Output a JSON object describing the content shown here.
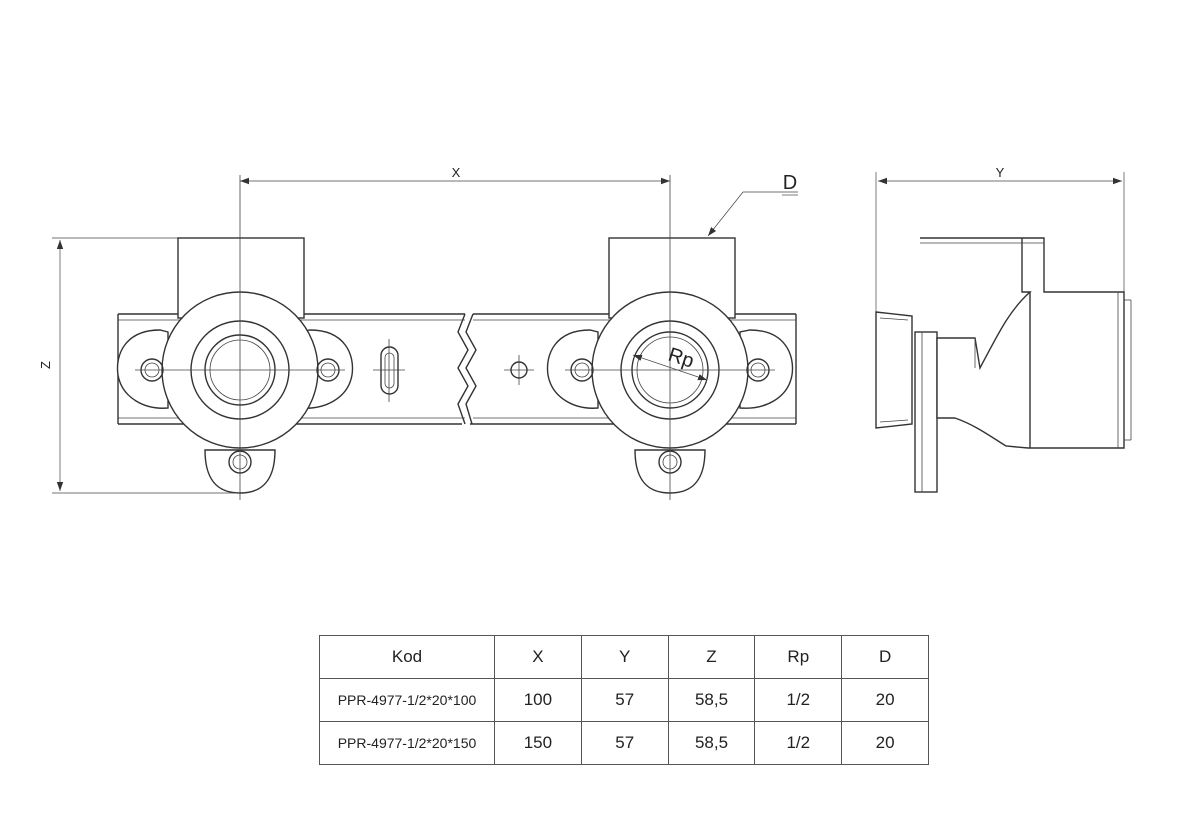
{
  "drawing": {
    "labels": {
      "x": "X",
      "y": "Y",
      "z": "Z",
      "d": "D",
      "rp": "Rp"
    },
    "colors": {
      "line": "#333333",
      "background": "#ffffff"
    }
  },
  "table": {
    "headers": [
      "Kod",
      "X",
      "Y",
      "Z",
      "Rp",
      "D"
    ],
    "rows": [
      [
        "PPR-4977-1/2*20*100",
        "100",
        "57",
        "58,5",
        "1/2",
        "20"
      ],
      [
        "PPR-4977-1/2*20*150",
        "150",
        "57",
        "58,5",
        "1/2",
        "20"
      ]
    ]
  }
}
